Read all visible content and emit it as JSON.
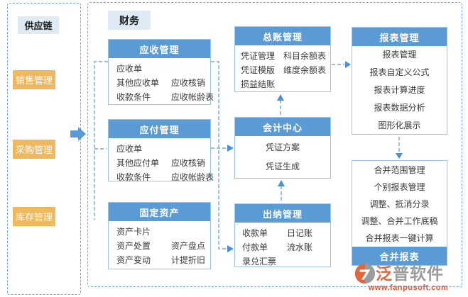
{
  "left_panel": {
    "title": "供应链",
    "items": [
      {
        "label": "销售管理"
      },
      {
        "label": "采购管理"
      },
      {
        "label": "库存管理"
      }
    ]
  },
  "finance": {
    "tab": "财务",
    "modules": {
      "receivables": {
        "title": "应收管理",
        "rows": [
          [
            "应收单",
            ""
          ],
          [
            "其他应收单",
            "应收核销"
          ],
          [
            "收款条件",
            "应收帐龄表"
          ]
        ]
      },
      "payables": {
        "title": "应付管理",
        "rows": [
          [
            "应收单",
            ""
          ],
          [
            "其他应付单",
            "应收核销"
          ],
          [
            "收款条件",
            "应收帐龄表"
          ]
        ]
      },
      "fixed_assets": {
        "title": "固定资产",
        "rows": [
          [
            "资产卡片",
            ""
          ],
          [
            "资产处置",
            "资产盘点"
          ],
          [
            "资产变动",
            "计提折旧"
          ]
        ]
      },
      "general_ledger": {
        "title": "总账管理",
        "rows": [
          [
            "凭证管理",
            "科目余额表"
          ],
          [
            "凭证模版",
            "维度余额表"
          ],
          [
            "损益结账",
            ""
          ]
        ]
      },
      "accounting_center": {
        "title": "会计中心",
        "rows": [
          "凭证方案",
          "凭证生成"
        ]
      },
      "cashier": {
        "title": "出纳管理",
        "rows": [
          [
            "收款单",
            "日记账"
          ],
          [
            "付款单",
            "流水账"
          ],
          [
            "录兑汇票",
            ""
          ]
        ]
      },
      "reports": {
        "title": "报表管理",
        "rows": [
          "报表管理",
          "报表自定义公式",
          "报表计算进度",
          "报表数据分析",
          "图形化展示"
        ]
      },
      "consolidated": {
        "title": "合并报表",
        "rows": [
          "合并范围管理",
          "个别报表管理",
          "调整、抵消分录",
          "调整、合并工作底稿",
          "合并报表一键计算"
        ]
      }
    }
  },
  "logo": {
    "name_first": "泛",
    "name_rest": "普软件",
    "url": "www.fanpusoft.com"
  },
  "colors": {
    "header_blue": "#5B9BD5",
    "accent_orange": "#EFB85E",
    "light_blue_bg": "#DEEBF7",
    "line_blue": "#6FA8DC",
    "logo_orange": "#E0663F",
    "logo_gray": "#9B9B9B",
    "logo_url_red": "#E8502E"
  }
}
